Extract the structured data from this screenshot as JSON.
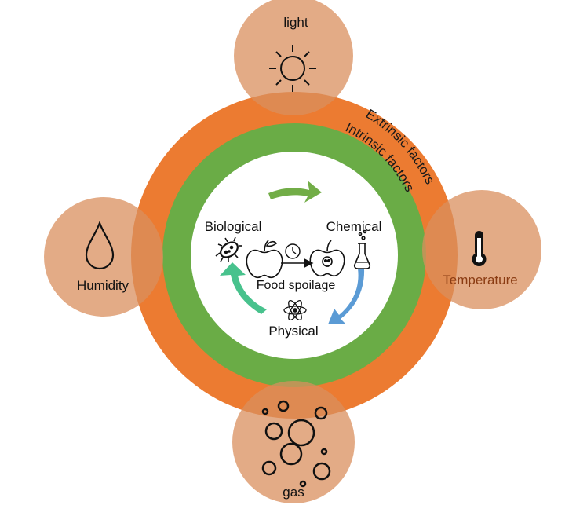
{
  "rings": {
    "extrinsic_label": "Extrinsic factors",
    "intrinsic_label": "Intrinsic factors"
  },
  "factors": {
    "light": "light",
    "humidity": "Humidity",
    "temperature": "Temperature",
    "gas": "gas"
  },
  "center": {
    "biological": "Biological",
    "chemical": "Chemical",
    "physical": "Physical",
    "food_spoilage": "Food spoilage"
  },
  "colors": {
    "outer_ring": "#ec7b31",
    "inner_ring": "#6aac46",
    "factor_bubble": "#dfa582",
    "factor_bubble_overlap": "#c8652a",
    "arrow_green": "#72ad47",
    "arrow_teal": "#48c28d",
    "arrow_blue": "#5b9bd5",
    "temperature_text": "#8a3b12"
  },
  "icons": {
    "light": "sun-icon",
    "humidity": "water-drop-icon",
    "temperature": "thermometer-icon",
    "gas": "bubbles-icon",
    "biological": "bacteria-icon",
    "spoilage_fresh": "apple-icon",
    "spoilage_time": "clock-icon",
    "spoilage_rotten": "rotten-apple-skull-icon",
    "chemical": "flask-icon",
    "physical": "atom-icon"
  }
}
